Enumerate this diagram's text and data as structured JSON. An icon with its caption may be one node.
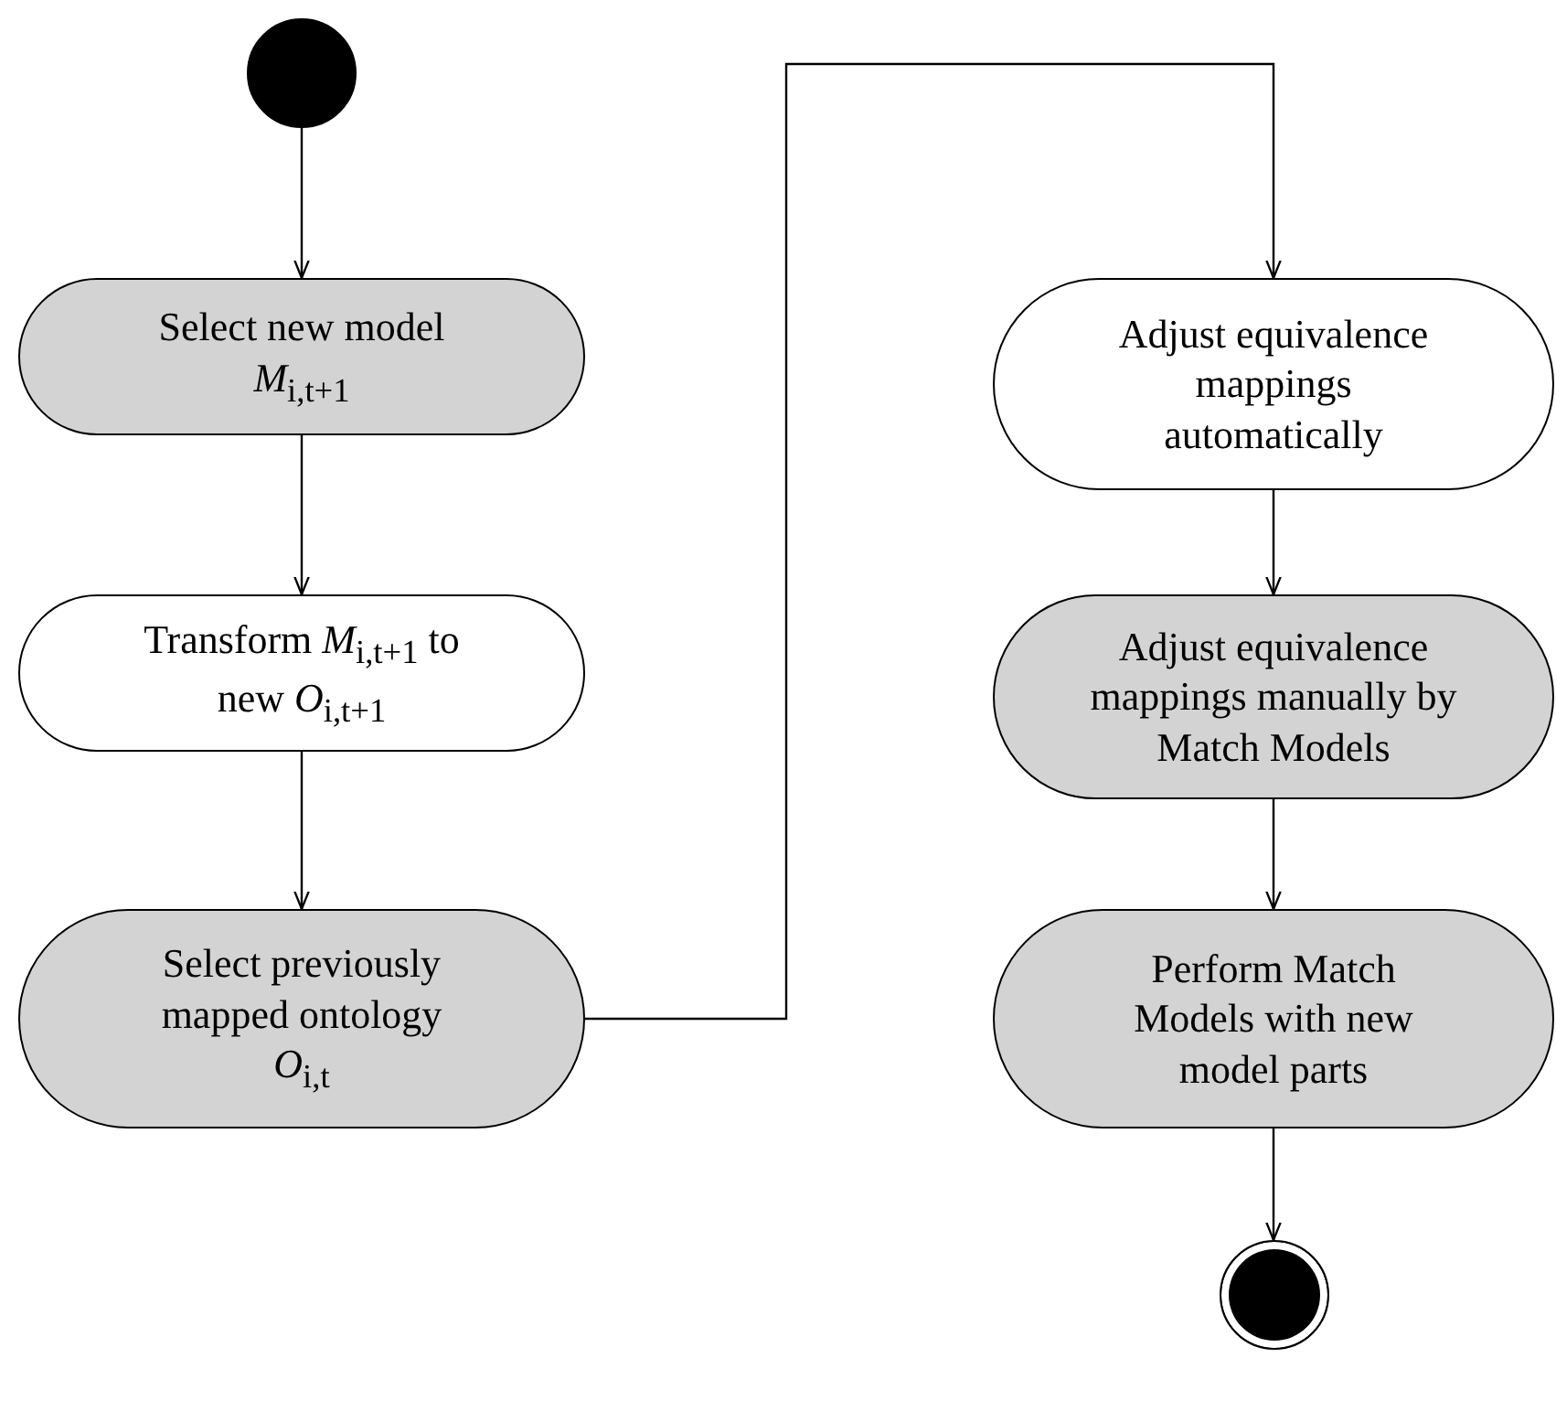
{
  "diagram": {
    "nodes": [
      {
        "text": [],
        "shape": "circle"
      },
      {
        "text": [
          "Select new model *M*$_{i,t+1}$"
        ]
      },
      {
        "text": [
          "Transform *M*$_{i,t+1}$ to new *O*$_{i,t+1}$"
        ]
      },
      {
        "text": [
          "Select previously mapped ontology *O*$_{i,t}$"
        ]
      },
      {
        "text": [
          "Adjust equivalence mappings automatically"
        ]
      },
      {
        "text": [
          "Adjust equivalence mappings manually by Match Models"
        ]
      },
      {
        "text": [
          "Perform Match Models with new model parts"
        ]
      },
      {
        "text": [],
        "shape": "circle"
      }
    ],
    "edges": [
      {
        "from": 0,
        "to": 1,
        "arrow": "to"
      },
      {
        "from": 1,
        "to": 2,
        "arrow": "to"
      },
      {
        "from": 2,
        "to": 3,
        "arrow": "to"
      },
      {
        "from": 3,
        "to": 4,
        "arrow": "to"
      },
      {
        "from": 4,
        "to": 5,
        "arrow": "to"
      },
      {
        "from": 5,
        "to": 6,
        "arrow": "to"
      },
      {
        "from": 6,
        "to": 7,
        "arrow": "to"
      }
    ]
  }
}
